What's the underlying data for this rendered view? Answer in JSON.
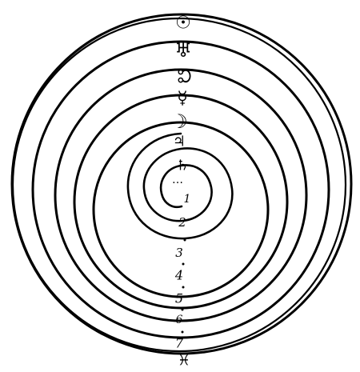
{
  "diagram": {
    "symbols": [
      {
        "id": "sun",
        "glyph": "☉"
      },
      {
        "id": "uranus",
        "glyph": "♅"
      },
      {
        "id": "aspect",
        "glyph": "☊"
      },
      {
        "id": "mercury",
        "glyph": "☿"
      },
      {
        "id": "moon",
        "glyph": "☽"
      },
      {
        "id": "jupiter",
        "glyph": "♃"
      },
      {
        "id": "saturn",
        "glyph": "♄"
      }
    ],
    "numbers": [
      "1",
      "2",
      "3",
      "4",
      "5",
      "6",
      "7"
    ],
    "bottom_glyph": "♓",
    "dots": "…",
    "colors": {
      "ink": "#000000",
      "paper": "#ffffff"
    }
  }
}
